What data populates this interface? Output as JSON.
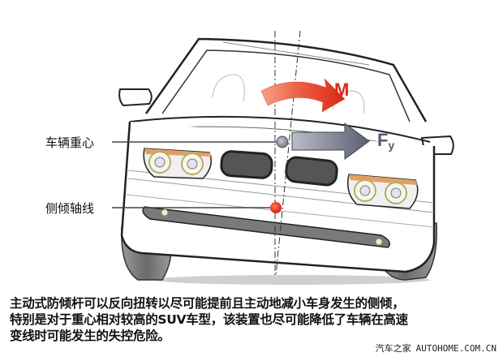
{
  "diagram": {
    "labels": {
      "center_of_gravity": "车辆重心",
      "roll_axis": "侧倾轴线",
      "moment": "M",
      "force_main": "F",
      "force_sub": "y"
    },
    "colors": {
      "moment_arrow": "#e8402a",
      "force_arrow": "#6a6e80",
      "roll_axis_dot": "#e52b1f",
      "cog_dot": "#8a8da0",
      "headlight_accent": "#e0a060"
    }
  },
  "caption": {
    "lines": [
      "主动式防倾杆可以反向扭转以尽可能提前且主动地减小车身发生的侧倾，",
      "特别是对于重心相对较高的SUV车型，该装置也尽可能降低了车辆在高速",
      "变线时可能发生的失控危险。"
    ]
  },
  "watermark": {
    "cn": "汽车之家",
    "en": "AUTOHOME.COM.CN"
  }
}
